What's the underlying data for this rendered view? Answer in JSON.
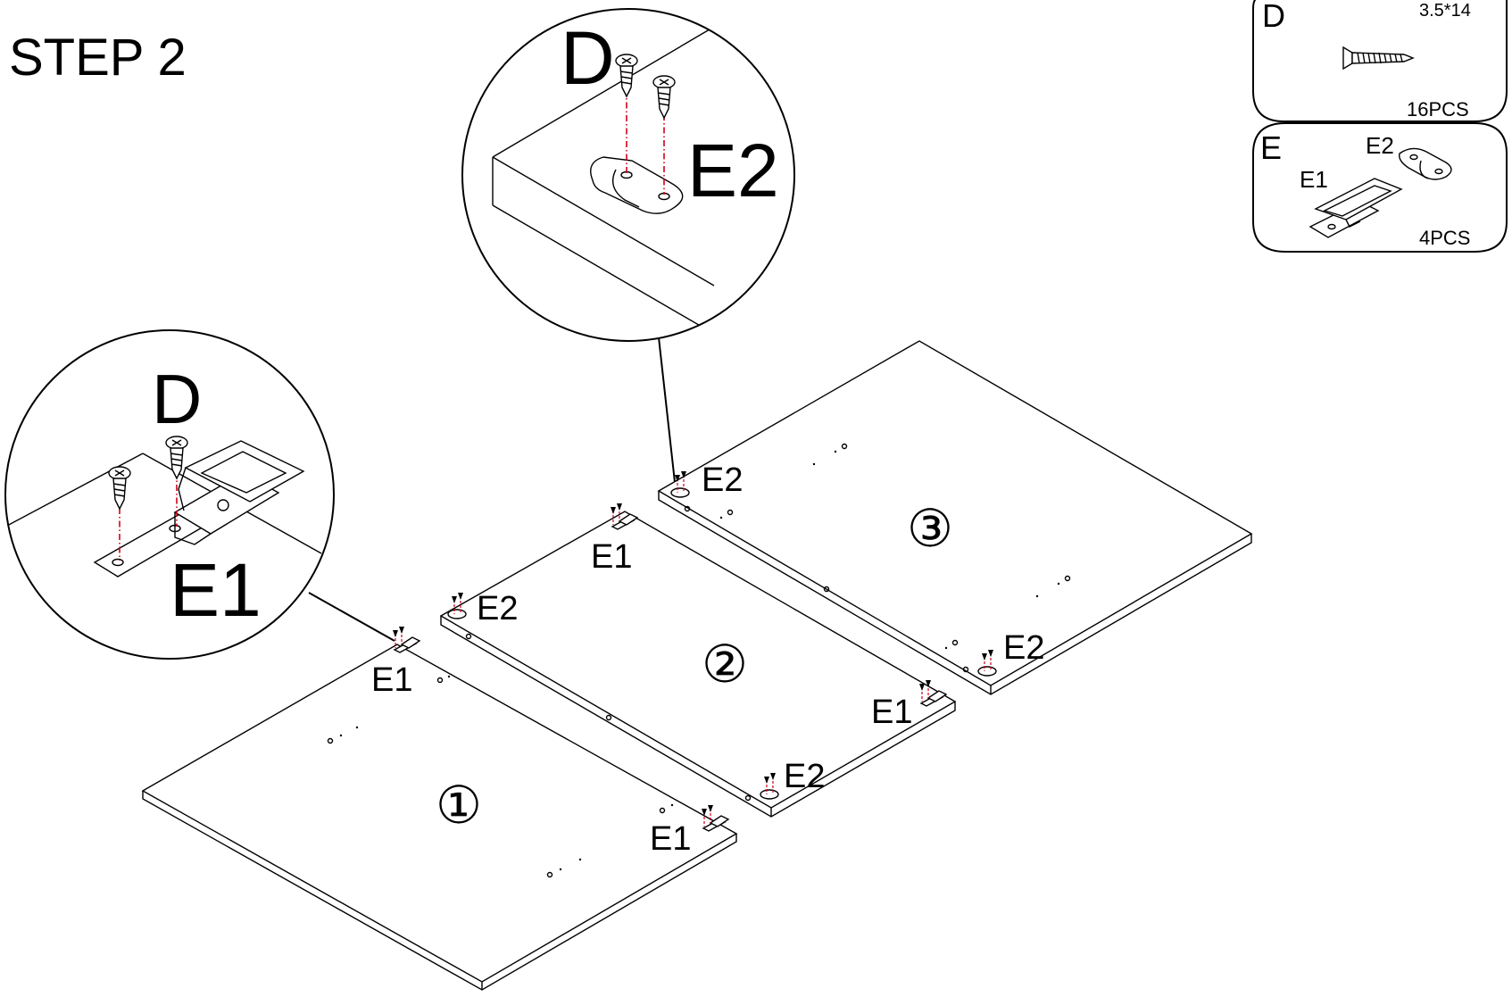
{
  "step_title": "STEP 2",
  "parts": {
    "d": {
      "letter": "D",
      "size": "3.5*14",
      "qty": "16PCS"
    },
    "e": {
      "letter": "E",
      "e1": "E1",
      "e2": "E2",
      "qty": "4PCS"
    }
  },
  "detail_e2": {
    "screw": "D",
    "part": "E2"
  },
  "detail_e1": {
    "screw": "D",
    "part": "E1"
  },
  "panels": {
    "one": "①",
    "two": "②",
    "three": "③"
  },
  "callouts": {
    "p1_e1_top": "E1",
    "p1_e1_right": "E1",
    "p2_e2_left": "E2",
    "p2_e1_top": "E1",
    "p2_e1_right": "E1",
    "p2_e2_bottom": "E2",
    "p3_e2_left": "E2",
    "p3_e2_bottom": "E2"
  },
  "colors": {
    "line": "#000000",
    "guide": "#d0021b",
    "background": "#ffffff"
  }
}
